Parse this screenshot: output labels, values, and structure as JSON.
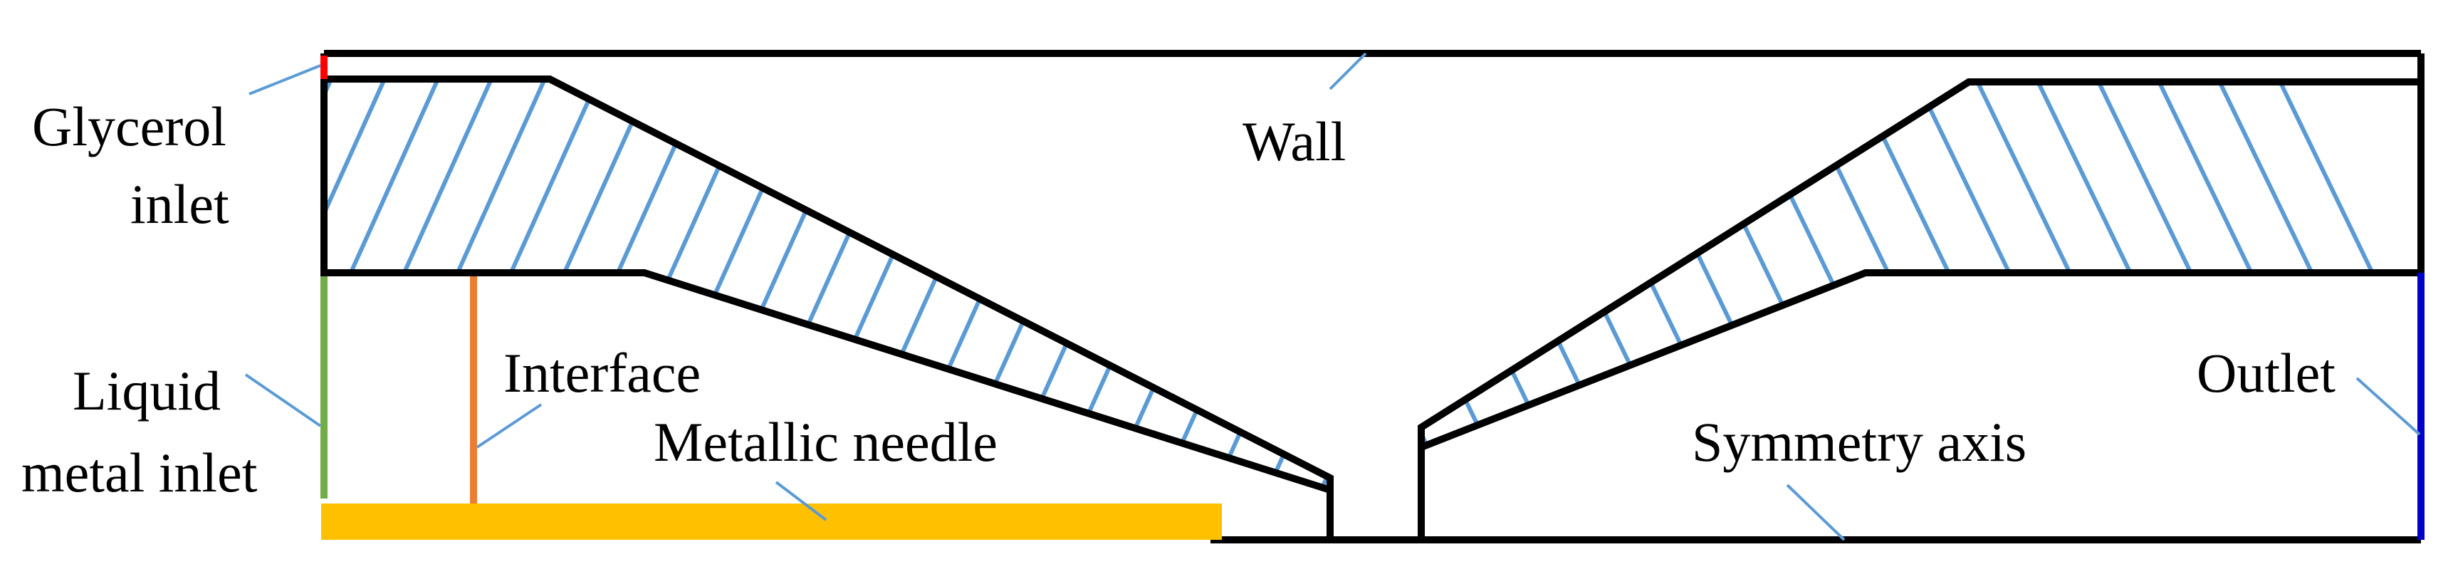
{
  "labels": {
    "glycerol_inlet_line1": "Glycerol",
    "glycerol_inlet_line2": "inlet",
    "wall": "Wall",
    "liquid_metal_inlet_line1": "Liquid",
    "liquid_metal_inlet_line2": "metal inlet",
    "interface": "Interface",
    "metallic_needle": "Metallic needle",
    "symmetry_axis": "Symmetry axis",
    "outlet": "Outlet"
  },
  "colors": {
    "outline": "#000000",
    "hatch": "#5b9bd5",
    "leader": "#5b9bd5",
    "glycerol_inlet": "#ff0000",
    "liquid_metal_inlet": "#70ad47",
    "interface": "#ed7d31",
    "metallic_needle": "#ffc000",
    "outlet": "#0000cc"
  }
}
